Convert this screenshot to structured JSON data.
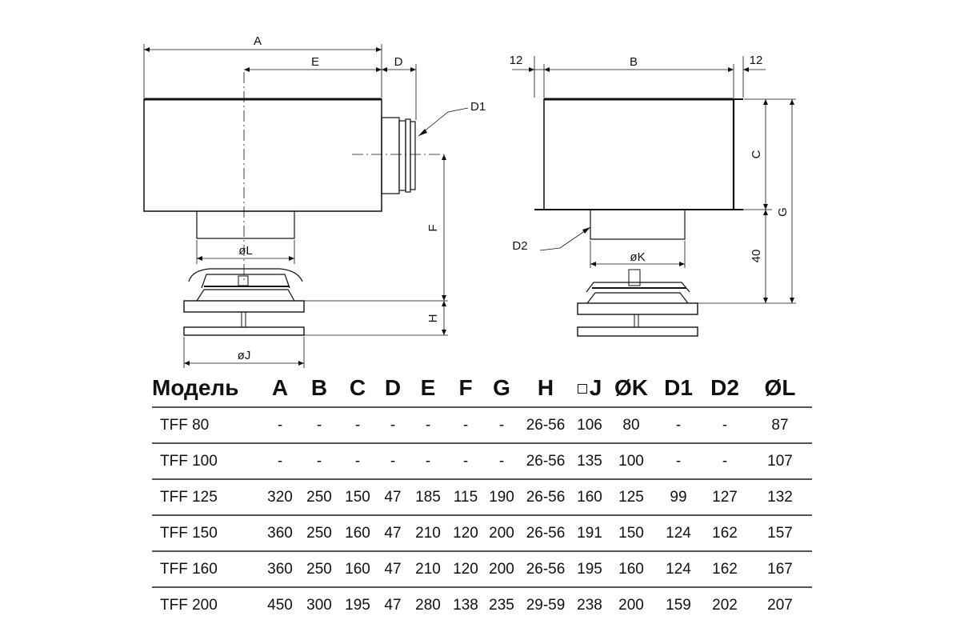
{
  "drawing": {
    "labels": {
      "A": "A",
      "E": "E",
      "D": "D",
      "D1": "D1",
      "F": "F",
      "H": "H",
      "L": "øL",
      "J": "øJ",
      "B": "B",
      "twelve_left": "12",
      "twelve_right": "12",
      "C": "C",
      "G": "G",
      "forty": "40",
      "D2": "D2",
      "K": "øK"
    }
  },
  "table": {
    "headers": [
      "Модель",
      "A",
      "B",
      "C",
      "D",
      "E",
      "F",
      "G",
      "H",
      "J",
      "ØK",
      "D1",
      "D2",
      "ØL"
    ],
    "rows": [
      [
        "TFF 80",
        "-",
        "-",
        "-",
        "-",
        "-",
        "-",
        "-",
        "26-56",
        "106",
        "80",
        "-",
        "-",
        "87"
      ],
      [
        "TFF 100",
        "-",
        "-",
        "-",
        "-",
        "-",
        "-",
        "-",
        "26-56",
        "135",
        "100",
        "-",
        "-",
        "107"
      ],
      [
        "TFF 125",
        "320",
        "250",
        "150",
        "47",
        "185",
        "115",
        "190",
        "26-56",
        "160",
        "125",
        "99",
        "127",
        "132"
      ],
      [
        "TFF 150",
        "360",
        "250",
        "160",
        "47",
        "210",
        "120",
        "200",
        "26-56",
        "191",
        "150",
        "124",
        "162",
        "157"
      ],
      [
        "TFF 160",
        "360",
        "250",
        "160",
        "47",
        "210",
        "120",
        "200",
        "26-56",
        "195",
        "160",
        "124",
        "162",
        "167"
      ],
      [
        "TFF 200",
        "450",
        "300",
        "195",
        "47",
        "280",
        "138",
        "235",
        "29-59",
        "238",
        "200",
        "159",
        "202",
        "207"
      ]
    ]
  }
}
